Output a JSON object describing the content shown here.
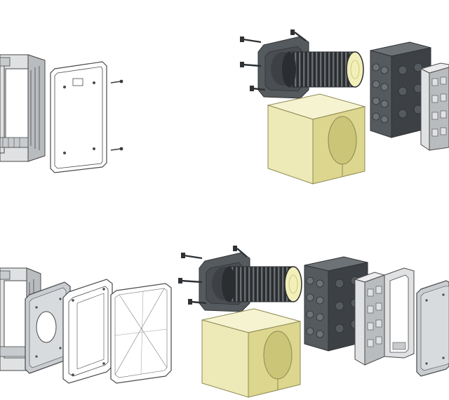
{
  "diagram": {
    "panels": [
      {
        "name": "top-left-assembly",
        "parts": [
          "box-frame",
          "face-plate",
          "screw",
          "screw"
        ]
      },
      {
        "name": "top-right-assembly",
        "parts": [
          "mounting-flange",
          "bolt",
          "bolt",
          "bolt",
          "bolt",
          "corrugated-conduit",
          "insulation-block",
          "junction-box",
          "frame-insert"
        ]
      },
      {
        "name": "bottom-left-assembly",
        "parts": [
          "box-frame",
          "cover-plate",
          "trim-frame",
          "hinged-door"
        ]
      },
      {
        "name": "bottom-right-assembly",
        "parts": [
          "mounting-flange",
          "bolt",
          "bolt",
          "bolt",
          "bolt",
          "corrugated-conduit",
          "insulation-block",
          "junction-box",
          "frame-insert",
          "cover-plate"
        ]
      }
    ],
    "colors": {
      "background": "#ffffff",
      "outline": "#4a4a4a",
      "dark_plastic": "#555a5e",
      "dark_plastic_side": "#3d4145",
      "dark_plastic_top": "#6d7276",
      "light_plastic": "#dfe1e3",
      "light_plastic_side": "#b9bcbf",
      "insulation_front": "#eeeab8",
      "insulation_side": "#dcd68f",
      "insulation_top": "#f6f3d1",
      "conduit": "#2b2e31",
      "conduit_rib": "#6a6e72",
      "conduit_end": "#f2efb9"
    }
  }
}
